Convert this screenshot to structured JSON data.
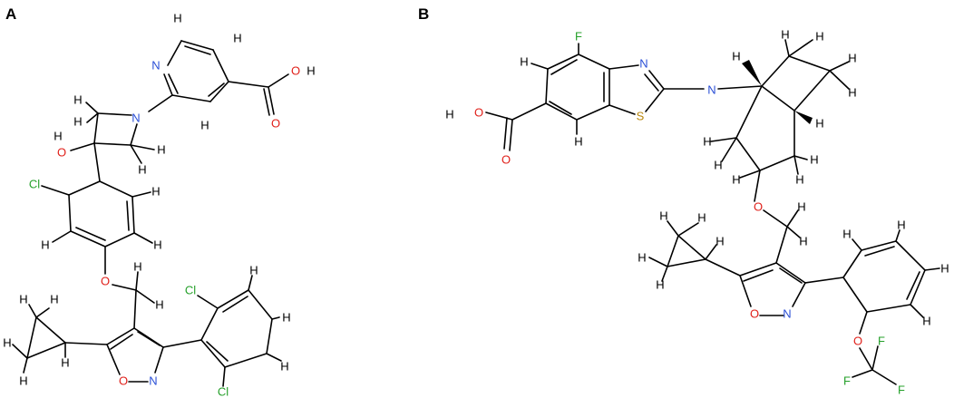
{
  "panels": [
    {
      "label": "A",
      "atoms": {
        "N_py": "N",
        "O_oh_acid": "O",
        "H_acid": "H",
        "O_acid_dbl": "O",
        "N_az": "N",
        "O_oh": "O",
        "H_oh": "H",
        "Cl_ring": "Cl",
        "O_ether": "O",
        "O_isox": "O",
        "N_isox": "N",
        "Cl_top": "Cl",
        "Cl_bot": "Cl",
        "H1": "H",
        "H2": "H",
        "H3": "H",
        "H4": "H",
        "H5": "H",
        "H6": "H",
        "H7": "H",
        "H8": "H",
        "H9": "H",
        "H10": "H",
        "H11": "H",
        "H12": "H",
        "H13": "H",
        "H14": "H",
        "H15": "H",
        "H16": "H",
        "H17": "H",
        "H18": "H",
        "H19": "H",
        "H20": "H",
        "H21": "H",
        "H22": "H"
      },
      "colors": {
        "N": "#2a4fd6",
        "O": "#e0201a",
        "Cl": "#25a02a",
        "H": "#000000"
      }
    },
    {
      "label": "B",
      "atoms": {
        "F_top": "F",
        "N_thz": "N",
        "S_thz": "S",
        "N_bicyc": "N",
        "O_acid": "O",
        "H_acid": "H",
        "O_acid_dbl": "O",
        "O_ether": "O",
        "O_isox": "O",
        "N_isox": "N",
        "O_ocf3": "O",
        "F1": "F",
        "F2": "F",
        "F3": "F",
        "H1": "H",
        "H2": "H",
        "H3": "H",
        "H4": "H",
        "H5": "H",
        "H6": "H",
        "H7": "H",
        "H8": "H",
        "H9": "H",
        "H10": "H",
        "H11": "H",
        "H12": "H",
        "H13": "H",
        "H14": "H",
        "H15": "H",
        "H16": "H",
        "H17": "H",
        "H18": "H",
        "H19": "H",
        "H20": "H",
        "H21": "H",
        "H22": "H",
        "H23": "H",
        "H24": "H",
        "H25": "H",
        "H26": "H"
      },
      "colors": {
        "N": "#2a4fd6",
        "O": "#e0201a",
        "F": "#25a02a",
        "S": "#b8860b",
        "H": "#000000"
      }
    }
  ]
}
